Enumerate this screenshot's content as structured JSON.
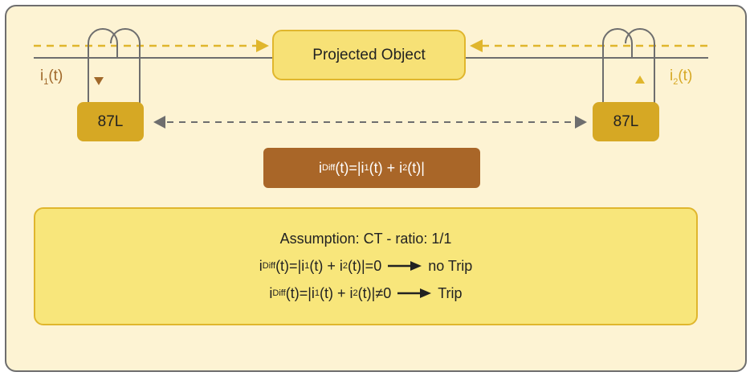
{
  "colors": {
    "background": "#fdf3d3",
    "object_fill": "#f7e176",
    "relay_fill": "#d6a824",
    "formula_fill": "#a96628",
    "assumption_fill": "#f8e67b",
    "dashed_line": "#e0b62d",
    "line": "#6e6e6e"
  },
  "projected_object": "Projected Object",
  "left_relay": "87L",
  "right_relay": "87L",
  "left_current": {
    "base": "i",
    "sub": "1",
    "tail": "(t)"
  },
  "right_current": {
    "base": "i",
    "sub": "2",
    "tail": "(t)"
  },
  "formula": {
    "i": "i",
    "diff": "Diff",
    "part1": "(t)=|i",
    "sub1": "1",
    "part2": "(t) + i",
    "sub2": "2",
    "part3": "(t)|"
  },
  "assumption": {
    "title": "Assumption: CT - ratio: 1/1",
    "line1": {
      "i": "i",
      "diff": "Diff",
      "a": "(t)=|i",
      "s1": "1",
      "b": "(t) + i",
      "s2": "2",
      "c": "(t)|=0",
      "result": "no Trip"
    },
    "line2": {
      "i": "i",
      "diff": "Diff",
      "a": "(t)=|i",
      "s1": "1",
      "b": "(t) + i",
      "s2": "2",
      "c": "(t)|≠0",
      "result": "Trip"
    }
  }
}
